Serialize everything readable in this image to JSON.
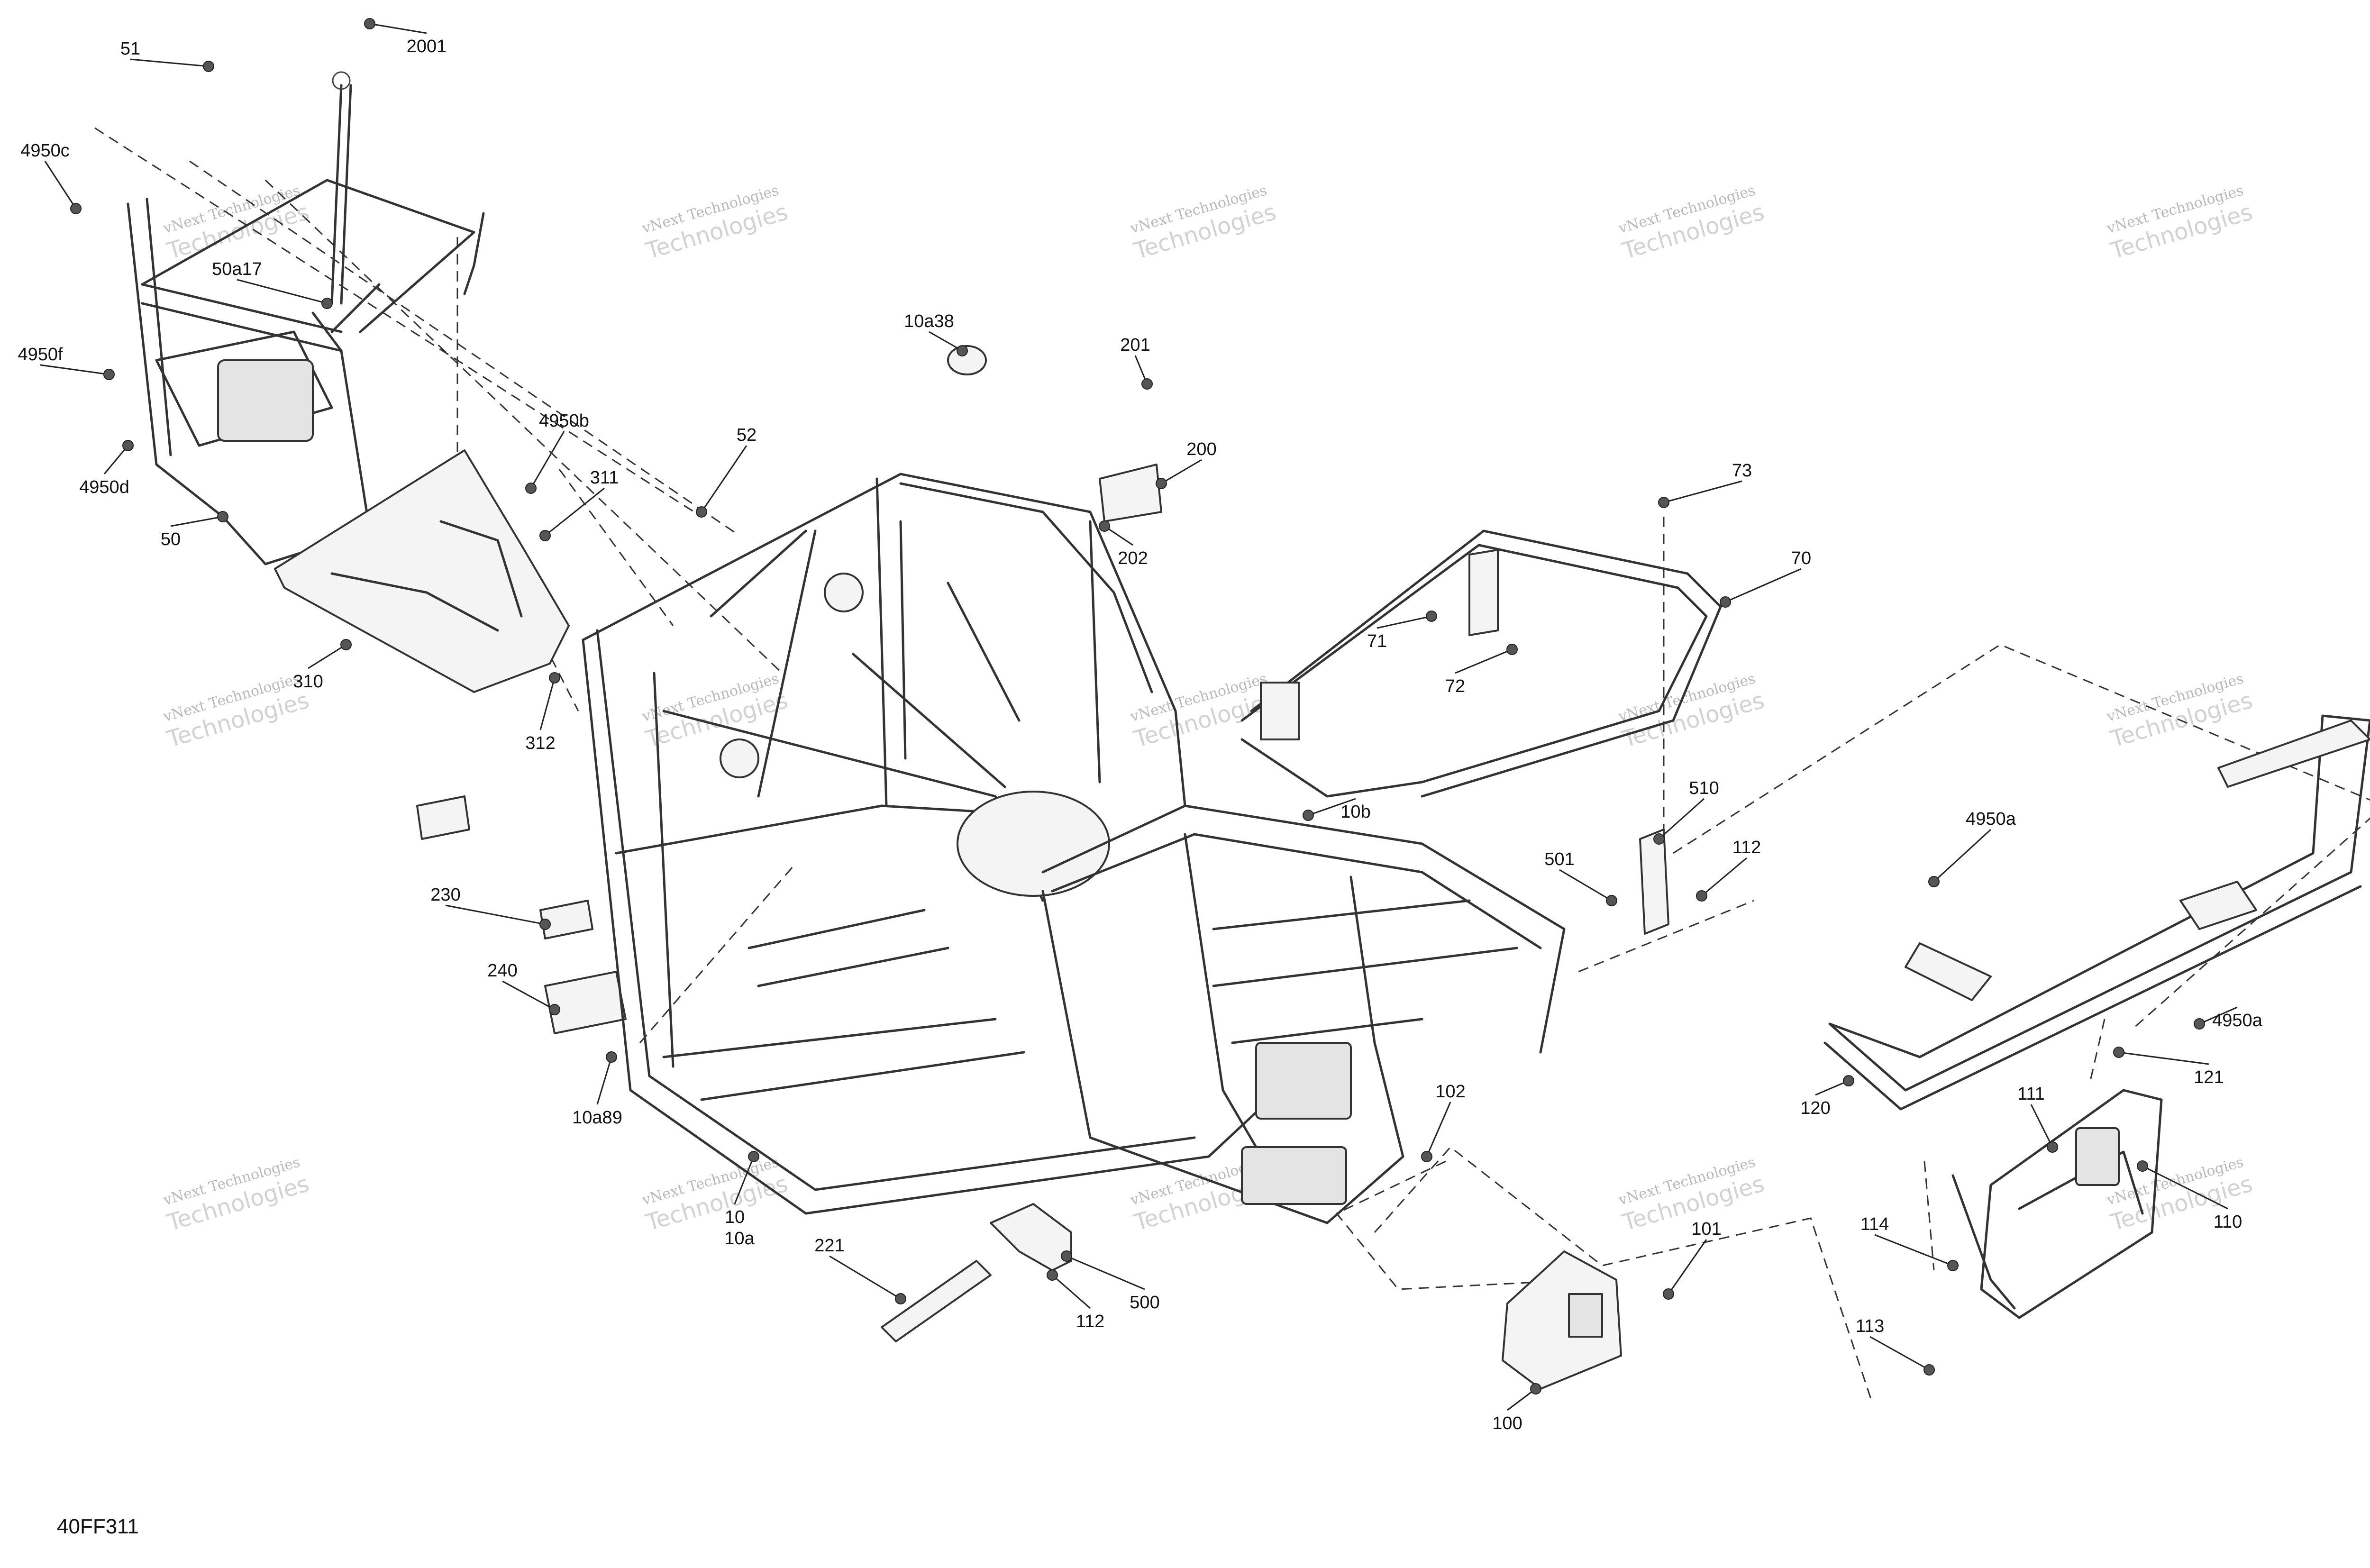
{
  "diagram": {
    "document_code": "40FF311",
    "watermark": {
      "line1": "vNext Technologies",
      "line2": "Technologies"
    },
    "part_labels": [
      "2001",
      "51",
      "4950c",
      "50a17",
      "4950f",
      "4950d",
      "50",
      "4950b",
      "311",
      "310",
      "312",
      "52",
      "10a38",
      "201",
      "200",
      "202",
      "73",
      "70",
      "71",
      "72",
      "230",
      "240",
      "10a89",
      "10b",
      "510",
      "501",
      "112",
      "4950a",
      "4950a",
      "121",
      "120",
      "111",
      "102",
      "101",
      "114",
      "110",
      "113",
      "100",
      "10",
      "10a",
      "221",
      "112",
      "500"
    ]
  }
}
